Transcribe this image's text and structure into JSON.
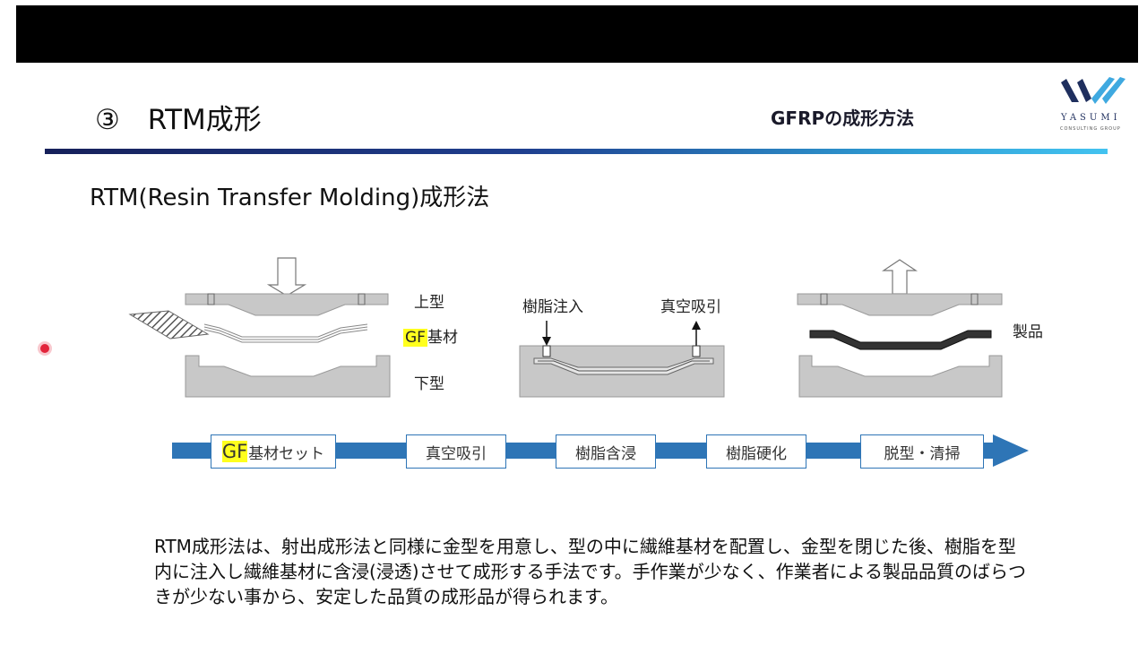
{
  "header": {
    "title": "③　RTM成形",
    "section": "GFRPの成形方法",
    "logo_name": "YASUMI",
    "logo_sub": "CONSULTING GROUP"
  },
  "subtitle": "RTM(Resin Transfer Molding)成形法",
  "diagram": {
    "labels": {
      "upper_mold": "上型",
      "gf_prefix": "GF",
      "gf_suffix": "基材",
      "lower_mold": "下型",
      "resin_injection": "樹脂注入",
      "vacuum_suction": "真空吸引",
      "product": "製品"
    }
  },
  "process_steps": [
    {
      "prefix": "GF",
      "label": "基材セット"
    },
    {
      "prefix": "",
      "label": "真空吸引"
    },
    {
      "prefix": "",
      "label": "樹脂含浸"
    },
    {
      "prefix": "",
      "label": "樹脂硬化"
    },
    {
      "prefix": "",
      "label": "脱型・清掃"
    }
  ],
  "description": "RTM成形法は、射出成形法と同様に金型を用意し、型の中に繊維基材を配置し、金型を閉じた後、樹脂を型内に注入し繊維基材に含浸(浸透)させて成形する手法です。手作業が少なく、作業者による製品品質のばらつきが少ない事から、安定した品質の成形品が得られます。",
  "colors": {
    "arrow": "#2e75b6",
    "mold": "#c8c8c8",
    "highlight": "#ffff1e",
    "divider_start": "#16205a",
    "divider_end": "#43c3f0"
  }
}
